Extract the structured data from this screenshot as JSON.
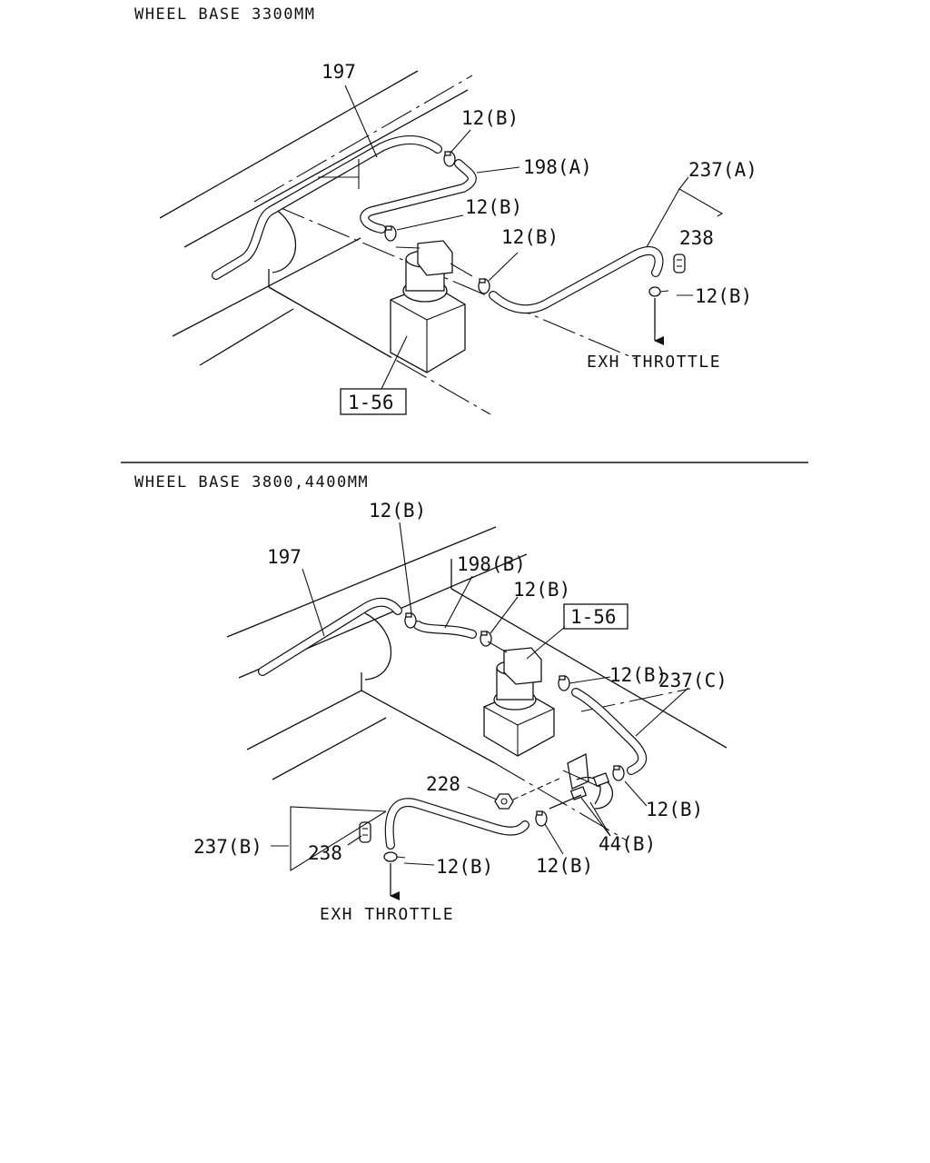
{
  "sections": [
    {
      "title": "WHEEL BASE 3300MM",
      "labels": {
        "pipe": "197",
        "clamp_a": "12(B)",
        "hose_a": "198(A)",
        "clamp_b": "12(B)",
        "clamp_c": "12(B)",
        "hose_group": "237(A)",
        "fitting": "238",
        "clamp_d": "12(B)",
        "destination": "EXH THROTTLE",
        "ref_box": "1-56"
      }
    },
    {
      "title": "WHEEL BASE 3800,4400MM",
      "labels": {
        "clamp_top": "12(B)",
        "pipe": "197",
        "hose_b": "198(B)",
        "clamp_a": "12(B)",
        "ref_box": "1-56",
        "clamp_b": "12(B)",
        "hose_c": "237(C)",
        "nut": "228",
        "clamp_c": "12(B)",
        "bolt": "44(B)",
        "clamp_d": "12(B)",
        "hose_group": "237(B)",
        "fitting": "238",
        "clamp_e": "12(B)",
        "destination": "EXH THROTTLE"
      }
    }
  ]
}
